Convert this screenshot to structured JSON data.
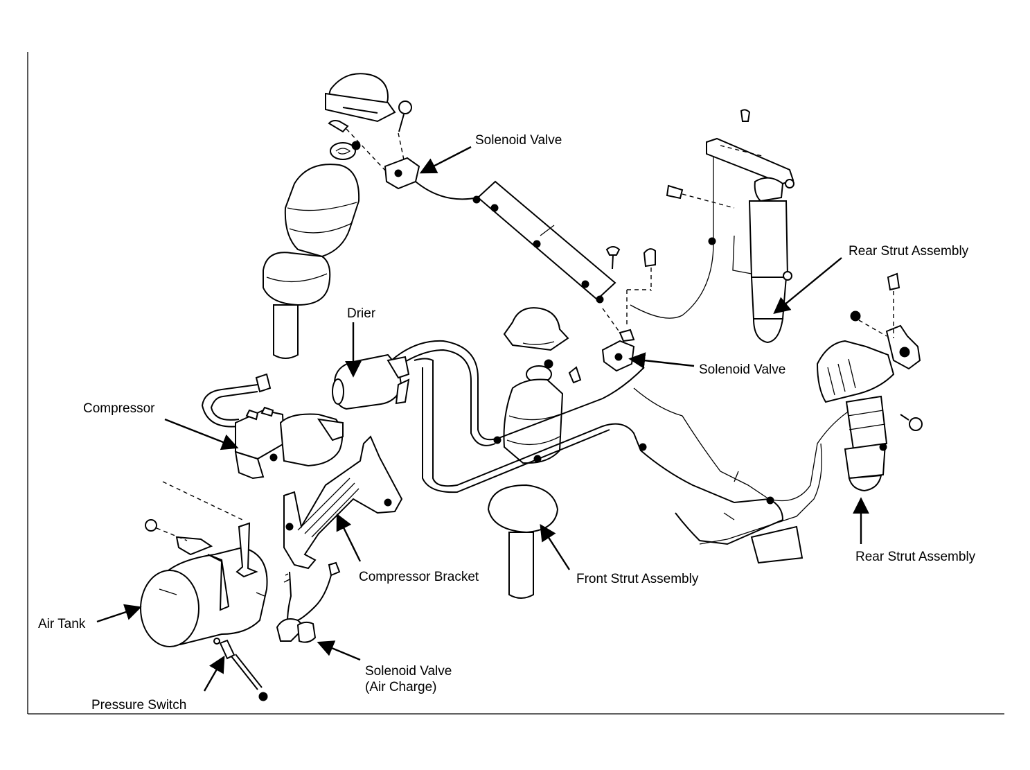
{
  "labels": {
    "solenoid_valve_top": "Solenoid Valve",
    "rear_strut_upper": "Rear Strut Assembly",
    "drier": "Drier",
    "solenoid_valve_mid": "Solenoid Valve",
    "compressor": "Compressor",
    "compressor_bracket": "Compressor Bracket",
    "front_strut": "Front Strut Assembly",
    "rear_strut_lower": "Rear Strut Assembly",
    "air_tank": "Air Tank",
    "solenoid_valve_air_charge_line1": "Solenoid Valve",
    "solenoid_valve_air_charge_line2": "(Air Charge)",
    "pressure_switch": "Pressure Switch"
  }
}
